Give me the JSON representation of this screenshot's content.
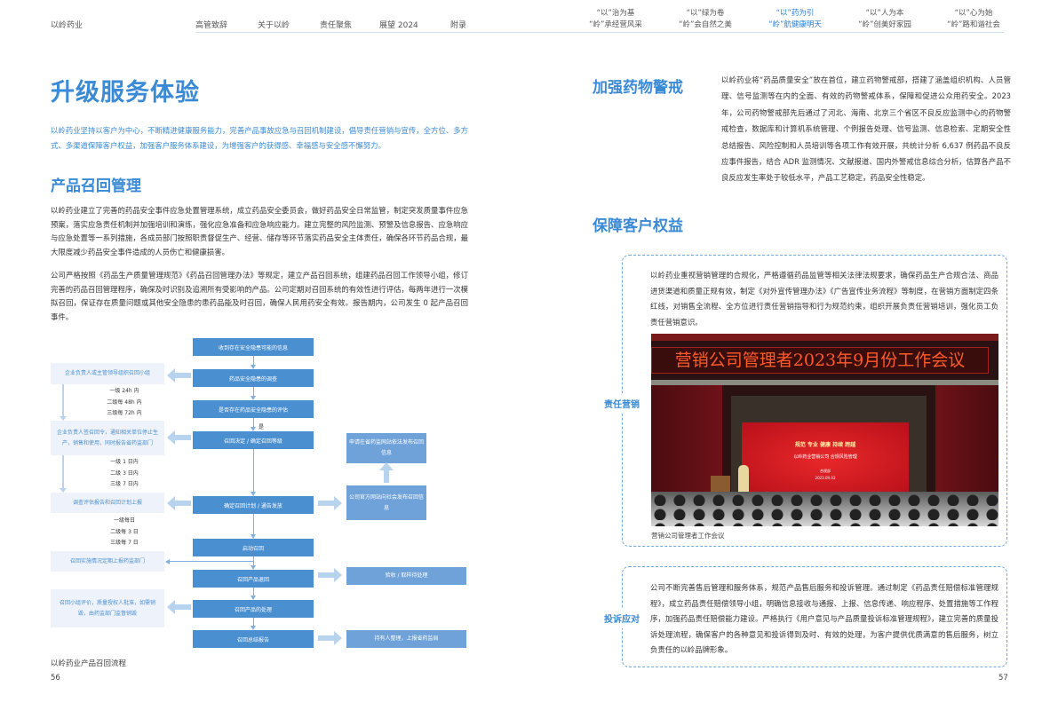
{
  "header": {
    "brand": "以岭药业",
    "nav": [
      "高管致辞",
      "关于以岭",
      "责任聚焦",
      "展望 2024",
      "附录"
    ],
    "themes": [
      {
        "l1": "“以”治为基",
        "l2": "“岭”承经营风采"
      },
      {
        "l1": "“以”绿为卷",
        "l2": "“岭”会自然之美"
      },
      {
        "l1": "“以”药为引",
        "l2": "“岭”航健康明天"
      },
      {
        "l1": "“以”人为本",
        "l2": "“岭”创美好家园"
      },
      {
        "l1": "“以”心为始",
        "l2": "“岭”路和谐社会"
      }
    ]
  },
  "left": {
    "title": "升级服务体验",
    "intro": "以岭药业坚持以客户为中心，不断精进健康服务能力，完善产品事故应急与召回机制建设，倡导责任营销与宣传，全方位、多方式、多渠道保障客户权益，加强客户服务体系建设，为增强客户的获得感、幸福感与安全感不懈努力。",
    "section": "产品召回管理",
    "p1": "以岭药业建立了完善的药品安全事件应急处置管理系统，成立药品安全委员会，做好药品安全日常监管，制定突发质量事件应急预案，落实应急责任机制并加强培训和演练，强化应急准备和应急响应能力。建立完整的风险监测、预警及信息报告、应急响应与应急处置等一系列措施，各成员部门按照职责督促生产、经营、储存等环节落实药品安全主体责任，确保各环节药品合规，最大限度减少药品安全事件造成的人员伤亡和健康损害。",
    "p2": "公司严格按照《药品生产质量管理规范》《药品召回管理办法》等规定，建立产品召回系统，组建药品召回工作领导小组，修订完善的药品召回管理程序，确保及时识别及追溯所有受影响的产品。公司定期对召回系统的有效性进行评估，每两年进行一次模拟召回，保证存在质量问题或其他安全隐患的患药品能及时召回，确保人民用药安全有效。报告期内，公司发生 0 起产品召回事件。",
    "flow": {
      "center": [
        "收到存在安全隐患可能的信息",
        "药品安全隐患的调查",
        "是否存在药品安全隐患的评估",
        "召回决定 / 确定召回等级",
        "确定召回计划 / 通告发放",
        "启动召回",
        "召回产品退回",
        "召回产品的处理",
        "召回总结报告"
      ],
      "yes": "是",
      "left": [
        "企业负责人或主管领导组织召回小组",
        "企业负责人签召回令，通知相关单位停止生产，销售和使用，同时报告省药监部门",
        "调查评估报告和召回计划上报",
        "召回实施情况定期上报药监部门",
        "召回小组评价，质量授权人批准，如需销毁，由药监部门监督销毁"
      ],
      "timing1": [
        "一级 24h 内",
        "二级每 48h 内",
        "三级每 72h 内"
      ],
      "timing2": [
        "一级 1 日内",
        "二级 3 日内",
        "三级 7 日内"
      ],
      "timing3": [
        "一级每日",
        "二级每 3 日",
        "三级每 7 日"
      ],
      "right": [
        "申请在省药监网站依法发布召回信息",
        "公司官方网站向社会发布召回信息",
        "验收 / 取样待处理",
        "持有人整理，上报省药监局"
      ]
    },
    "caption": "以岭药业产品召回流程",
    "page": "56"
  },
  "right": {
    "pv_title": "加强药物警戒",
    "pv_text": "以岭药业将“药品质量安全”放在首位，建立药物警戒部，搭建了涵盖组织机构、人员管理、信号监测等在内的全面、有效的药物警戒体系，保障和促进公众用药安全。2023 年，公司药物警戒部先后通过了河北、海南、北京三个省区不良反应监测中心的药物警戒检查，数据库和计算机系统管理、个例报告处理、信号监测、信息检索、定期安全性总结报告、风险控制和人员培训等各项工作有效开展，共统计分析 6,637 例药品不良反应事件报告，结合 ADR 监测情况、文献报道、国内外警戒信息综合分析，估算各产品不良反应发生率处于较低水平，产品工艺稳定，药品安全性稳定。",
    "rights_title": "保障客户权益",
    "marketing_label": "责任营销",
    "marketing_text": "以岭药业重视营销管理的合规化，严格遵循药品监管等相关法律法规要求，确保药品生产合规合法、商品进货渠道和质量正规有效，制定《对外宣传管理办法》《广告宣传业务流程》等制度，在营销方面制定四条红线，对销售全流程、全方位进行责任营销指导和行为规范约束，组织开展负责任营销培训，强化员工负责任营销意识。",
    "photo": {
      "banner": "营销公司管理者2023年9月份工作会议",
      "screen1": "规范 专业 健康 持续 跨越",
      "screen2": "以岭药业营销公司 合规风险管理",
      "screen3": "合规部",
      "screen4": "2023.09.03",
      "caption": "营销公司管理者工作会议"
    },
    "complaint_label": "投诉应对",
    "complaint_text": "公司不断完善售后管理和服务体系，规范产品售后服务和投诉管理。通过制定《药品责任赔偿标准管理规程》，成立药品责任赔偿领导小组，明确信息接收与通报、上报、信息传递、响应程序、处置措施等工作程序，加强药品责任赔偿能力建设。严格执行《用户意见与产品质量投诉标准管理规程》，建立完善的质量投诉处理流程，确保客户的各种意见和投诉得到及时、有效的处理，为客户提供优质满意的售后服务，树立负责任的以岭品牌形象。",
    "page": "57"
  },
  "colors": {
    "accent": "#3a8ad6",
    "flow": "#4a8fd0"
  }
}
